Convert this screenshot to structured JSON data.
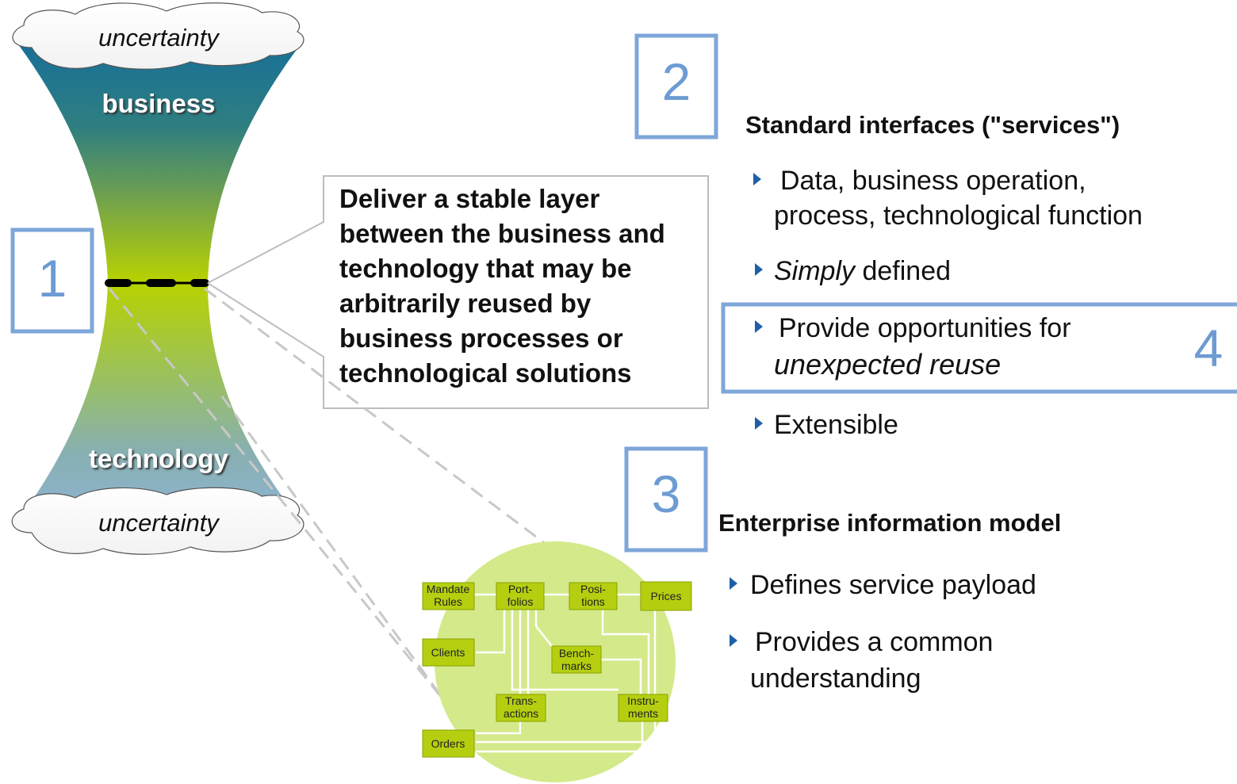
{
  "left_diagram": {
    "top_cloud": "uncertainty",
    "bottom_cloud": "uncertainty",
    "business_label": "business",
    "technology_label": "technology",
    "colors": {
      "top": "#186f98",
      "middle": "#b8d200",
      "bottom": "#8eb3d4"
    }
  },
  "callout": {
    "lines": [
      "Deliver a stable layer",
      "between the business and",
      "technology that may be",
      "arbitrarily reused by",
      "business processes or",
      "technological solutions"
    ]
  },
  "markers": {
    "one": "1",
    "two": "2",
    "three": "3",
    "four": "4"
  },
  "section2": {
    "heading": "Standard interfaces (\"services\")",
    "bullet1_line1": "Data, business operation,",
    "bullet1_line2": "process, technological function",
    "bullet2_italic": "Simply",
    "bullet2_rest": " defined",
    "bullet3_line1": "Provide opportunities for",
    "bullet3_line2": "unexpected reuse",
    "bullet4": "Extensible"
  },
  "section3": {
    "heading": "Enterprise information model",
    "bullet1": "Defines service payload",
    "bullet2_line1": "Provides a common",
    "bullet2_line2": "understanding"
  },
  "model_nodes": {
    "mandate_rules": [
      "Mandate",
      "Rules"
    ],
    "portfolios": [
      "Port-",
      "folios"
    ],
    "positions": [
      "Posi-",
      "tions"
    ],
    "prices": [
      "Prices"
    ],
    "clients": [
      "Clients"
    ],
    "benchmarks": [
      "Bench-",
      "marks"
    ],
    "transactions": [
      "Trans-",
      "actions"
    ],
    "instruments": [
      "Instru-",
      "ments"
    ],
    "orders": [
      "Orders"
    ],
    "colors": {
      "node_fill": "#b5cf10",
      "circle_fill": "#d4e98a"
    }
  },
  "accent_color": "#6d9bd3"
}
